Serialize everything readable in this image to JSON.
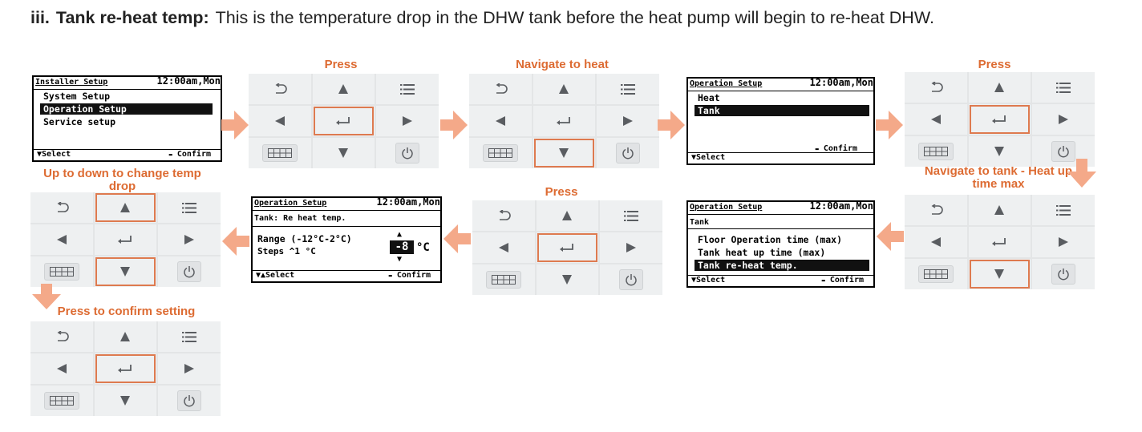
{
  "heading": {
    "prefix": "iii.",
    "title": "Tank re-heat temp:",
    "text": "This is the temperature drop in the DHW tank before the heat pump will begin to re-heat DHW."
  },
  "captions": {
    "c1": "Press",
    "c2": "Navigate to heat",
    "c3": "Press",
    "c4": "Navigate to tank - Heat up time max",
    "c5": "Press",
    "c6": "Up to down to change temp drop",
    "c7": "Press to confirm setting"
  },
  "lcd1": {
    "title": "Installer Setup",
    "clock": "12:00am,Mon",
    "items": [
      "System Setup",
      "Operation Setup",
      "Service setup"
    ],
    "select": "▼Select",
    "confirm": "Confirm"
  },
  "lcd2": {
    "title": "Operation Setup",
    "clock": "12:00am,Mon",
    "items": [
      "Heat",
      "Tank"
    ],
    "select": "▼Select",
    "confirm": "Confirm"
  },
  "lcd3": {
    "title": "Operation Setup",
    "clock": "12:00am,Mon",
    "subtitle": "Tank",
    "items": [
      "Floor Operation time (max)",
      "Tank heat up time (max)",
      "Tank re-heat temp."
    ],
    "select": "▼Select",
    "confirm": "Confirm"
  },
  "lcd4": {
    "title": "Operation Setup",
    "clock": "12:00am,Mon",
    "subtitle": "Tank: Re heat temp.",
    "range": "Range (-12°C-2°C)",
    "steps": "Steps ^1 °C",
    "value": "-8",
    "unit": "°C",
    "select": "▼▲Select",
    "confirm": "Confirm"
  },
  "highlight_color": "#de7a4f",
  "caption_color": "#dd6b32",
  "arrow_color": "#f4a989",
  "icons": [
    "back-icon",
    "up-arrow-icon",
    "menu-icon",
    "left-arrow-icon",
    "enter-icon",
    "right-arrow-icon",
    "grid-icon",
    "down-arrow-icon",
    "power-icon"
  ]
}
